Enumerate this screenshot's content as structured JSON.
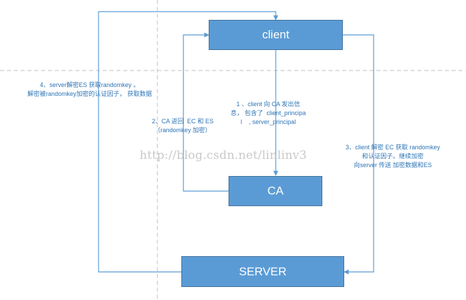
{
  "nodes": {
    "client": "client",
    "ca": "CA",
    "server": "SERVER"
  },
  "edges": {
    "step1": "1 、client 向 CA 发出信\n息， 包含了  client_principa\nl    , server_principal",
    "step2": "2、CA 返回  EC 和 ES\n（randomkey 加密）",
    "step3": "3、client 解密 EC 获取 randomkey\n和认证因子。继续加密\n向server 传送 加密数据和ES",
    "step4": "4、server解密ES 获取randomkey 。\n解密被randomkey加密的认证因子， 获取数据"
  },
  "watermark": "http://blog.csdn.net/linlinv3",
  "colors": {
    "box_fill": "#5b9bd5",
    "line": "#5b9bd5",
    "label_text": "#2e75b6",
    "guide_line": "#bfbfbf"
  }
}
